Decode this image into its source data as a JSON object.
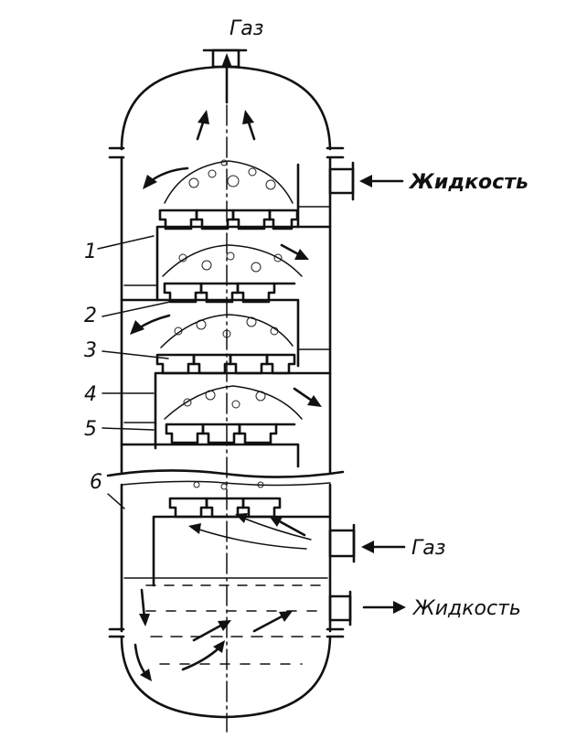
{
  "labels": {
    "gas_top": "Газ",
    "liquid_in": "Жидкость",
    "gas_in": "Газ",
    "liquid_out": "Жидкость"
  },
  "callouts": [
    "1",
    "2",
    "3",
    "4",
    "5",
    "6"
  ],
  "colors": {
    "ink": "#111111",
    "background": "#ffffff"
  }
}
